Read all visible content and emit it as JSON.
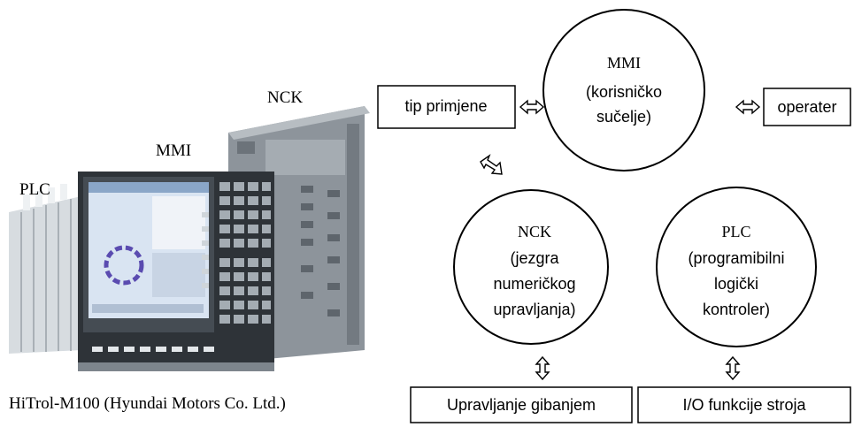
{
  "photo": {
    "labels": {
      "plc": "PLC",
      "mmi": "MMI",
      "nck": "NCK"
    },
    "caption": "HiTrol-M100 (Hyundai Motors Co. Ltd.)"
  },
  "diagram": {
    "circle_mmi": {
      "line1": "MMI",
      "line2": "(korisničko",
      "line3": "sučelje)"
    },
    "circle_nck": {
      "line1": "NCK",
      "line2": "(jezgra",
      "line3": "numeričkog",
      "line4": "upravljanja)"
    },
    "circle_plc": {
      "line1": "PLC",
      "line2": "(programibilni",
      "line3": "logički",
      "line4": "kontroler)"
    },
    "box_application": "tip primjene",
    "box_operator": "operater",
    "box_motion": "Upravljanje gibanjem",
    "box_io": "I/O funkcije stroja"
  },
  "colors": {
    "stroke": "#000000",
    "panel_dark": "#2e3338",
    "panel_mid": "#7d858c",
    "screen_blue": "#d9e4f2",
    "nck_body": "#9aa1a8",
    "plc_body": "#cfd5da"
  }
}
